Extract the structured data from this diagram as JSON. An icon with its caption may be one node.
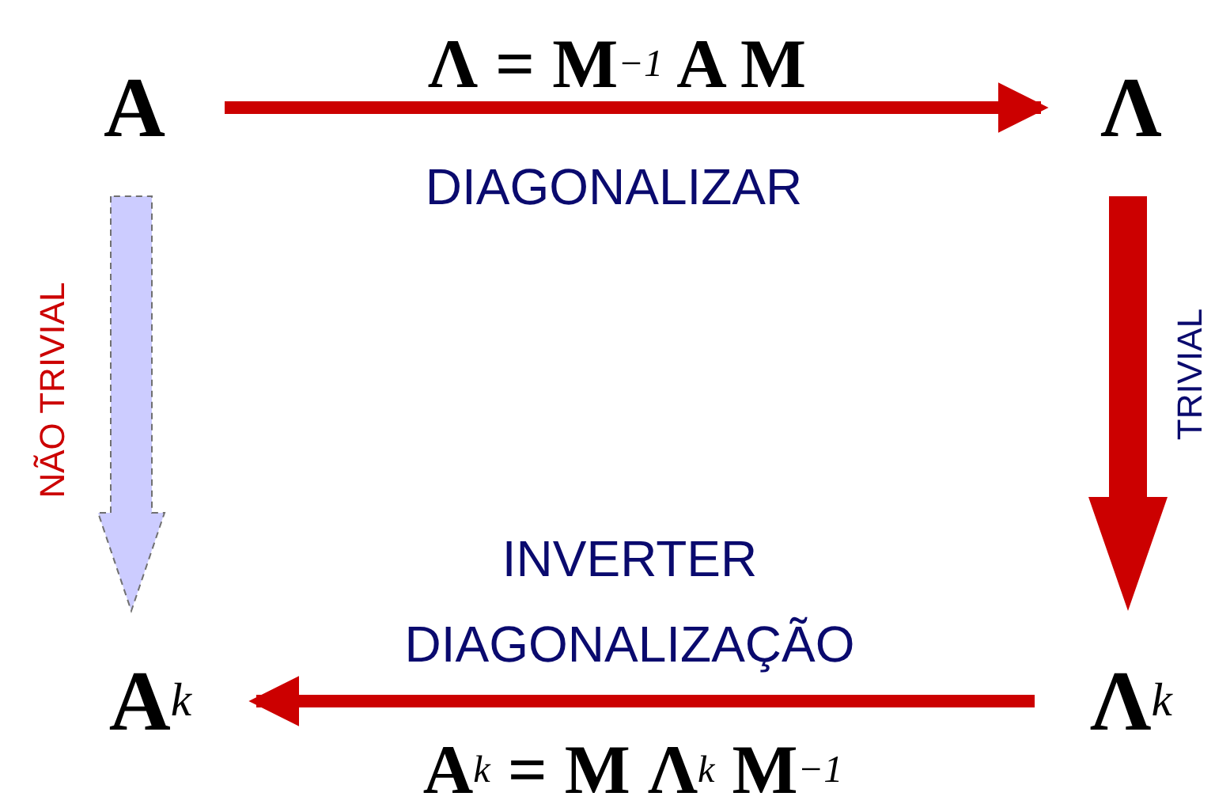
{
  "diagram": {
    "nodes": [
      {
        "text": [
          "A"
        ]
      },
      {
        "text": [
          "Λ"
        ]
      },
      {
        "text": [
          "A$^{k}$"
        ]
      },
      {
        "text": [
          "Λ$^{k}$"
        ]
      }
    ],
    "edges": [
      {
        "from": 0,
        "to": 1,
        "arrow": "to",
        "label": "Λ = M$^{−1}$ A M"
      },
      {
        "from": 1,
        "to": 3,
        "arrow": "to",
        "label": "TRIVIAL",
        "style": "thick"
      },
      {
        "from": 0,
        "to": 2,
        "arrow": "to",
        "label": "NÃO TRIVIAL",
        "style": "dashed",
        "color": "#ccccff"
      },
      {
        "from": 3,
        "to": 2,
        "arrow": "to",
        "label": "INVERTER DIAGONALIZAÇÃO"
      }
    ],
    "labels": [
      "DIAGONALIZAR",
      "A$^{k}$ = M Λ$^{k}$ M$^{−1}$"
    ]
  }
}
